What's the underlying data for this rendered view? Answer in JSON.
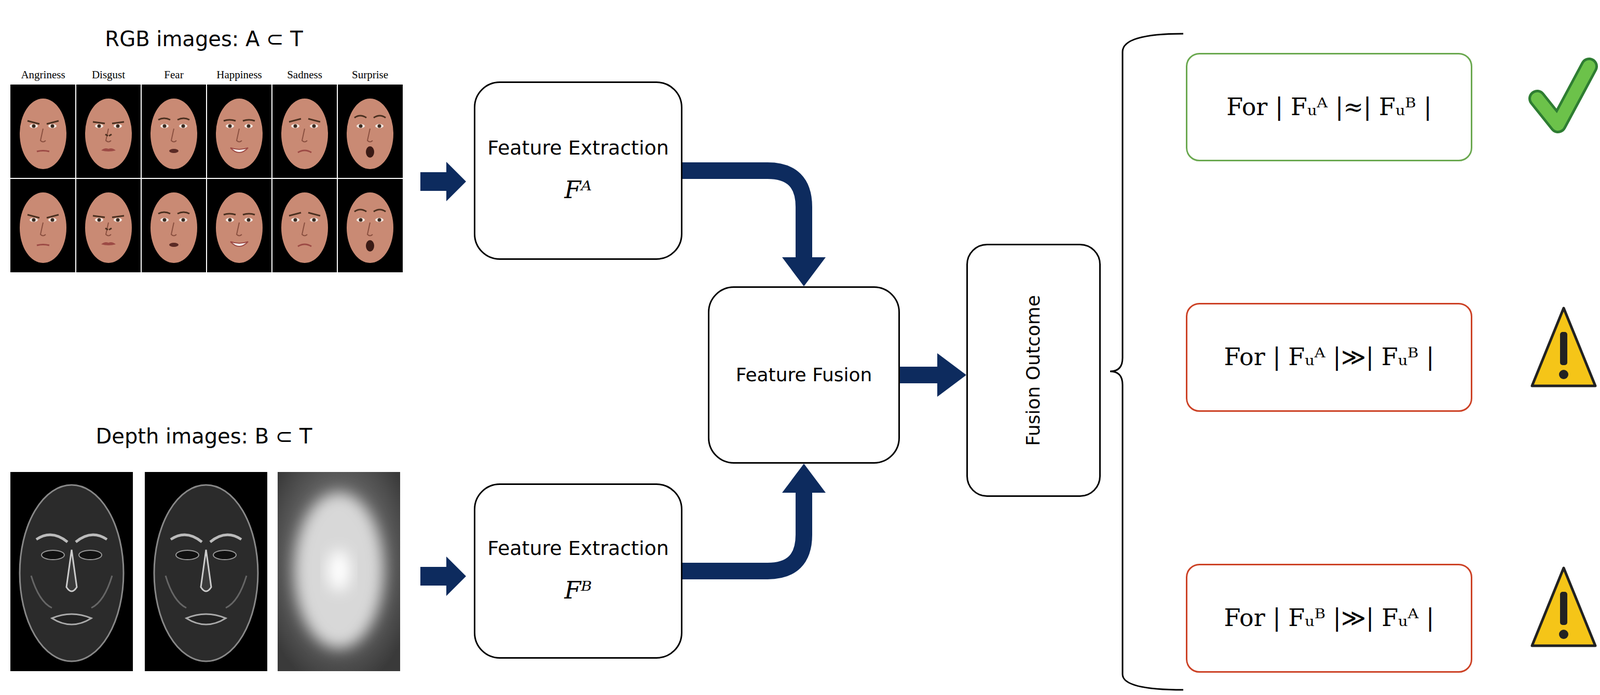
{
  "diagram": {
    "nodes": [
      {
        "text": [
          "Feature Extraction",
          "Fᴬ"
        ]
      },
      {
        "text": [
          "Feature Extraction",
          "Fᴮ"
        ]
      },
      {
        "text": [
          "Feature Fusion"
        ]
      },
      {
        "text": [
          "Fusion Outcome"
        ]
      },
      {
        "text": [
          "For | Fᵤᴬ |≈| Fᵤᴮ |"
        ]
      },
      {
        "text": [
          "For | Fᵤᴬ |≫| Fᵤᴮ |"
        ]
      },
      {
        "text": [
          "For | Fᵤᴮ |≫| Fᵤᴬ |"
        ]
      }
    ],
    "edges": [
      {
        "from": 0,
        "to": 2,
        "arrow": "to"
      },
      {
        "from": 1,
        "to": 2,
        "arrow": "to"
      },
      {
        "from": 2,
        "to": 3,
        "arrow": "to"
      }
    ],
    "labels": [
      "RGB images: A ⊂ T",
      "Angriness",
      "Disgust",
      "Fear",
      "Happiness",
      "Sadness",
      "Surprise",
      "Depth images: B ⊂ T"
    ]
  }
}
